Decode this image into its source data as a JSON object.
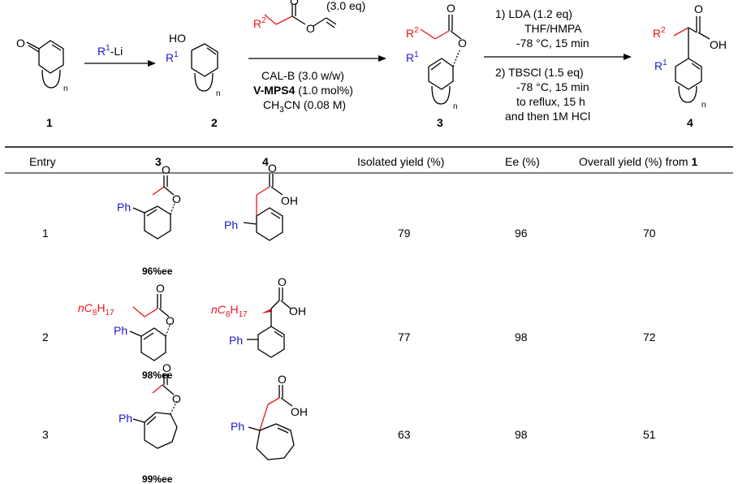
{
  "scheme": {
    "cmpd1": "1",
    "cmpd2": "2",
    "cmpd3": "3",
    "cmpd4": "4",
    "step1_reagent": "R",
    "step1_reagent_sup": "1",
    "step1_reagent_tail": "-Li",
    "vinyl_eq": "(3.0 eq)",
    "step2_line1": "CAL-B (3.0 w/w)",
    "step2_line2_bold": "V-MPS4",
    "step2_line2_rest": " (1.0 mol%)",
    "step2_line3": "CH",
    "step2_line3_sub": "3",
    "step2_line3_rest": "CN (0.08 M)",
    "step3_l1": "1)  LDA (1.2 eq)",
    "step3_l2": "THF/HMPA",
    "step3_l3": "-78 °C, 15 min",
    "step3_l4": "2)  TBSCl (1.5 eq)",
    "step3_l5": "-78 °C, 15 min",
    "step3_l6": "to reflux, 15 h",
    "step3_l7": "and then 1M HCl",
    "O": "O",
    "HO": "HO",
    "OH": "OH",
    "R": "R",
    "sup1": "1",
    "sup2": "2",
    "n": "n"
  },
  "table": {
    "headers": [
      "Entry",
      "3",
      "4",
      "Isolated yield (%)",
      "Ee (%)",
      "Overall yield (%) from ",
      "1"
    ],
    "rows": [
      {
        "entry": "1",
        "ee3": "96%ee",
        "iso": "79",
        "ee": "96",
        "overall": "70"
      },
      {
        "entry": "2",
        "ee3": "98%ee",
        "iso": "77",
        "ee": "98",
        "overall": "72"
      },
      {
        "entry": "3",
        "ee3": "99%ee",
        "iso": "63",
        "ee": "98",
        "overall": "51"
      }
    ],
    "ph": "Ph",
    "nC8": "nC",
    "nC8_sub1": "8",
    "nC8_h": "H",
    "nC8_sub2": "17"
  }
}
